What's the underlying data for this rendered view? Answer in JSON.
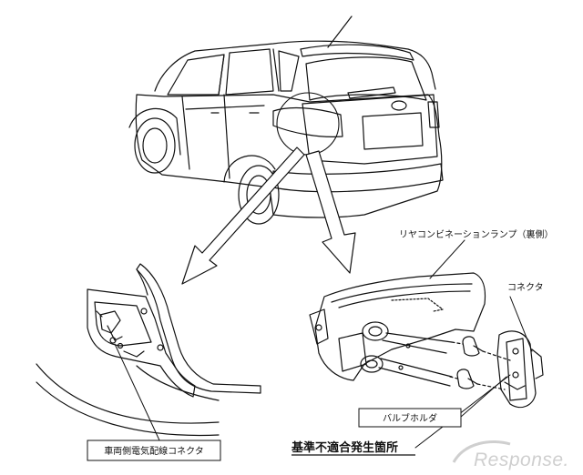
{
  "labels": {
    "lamp_back": "リヤコンビネーションランプ（裏側）",
    "connector": "コネクタ",
    "bulb_holder": "バルブホルダ",
    "body_connector": "車両側電気配線コネクタ",
    "nonconformity": "基準不適合発生箇所"
  },
  "watermark": "Response.",
  "colors": {
    "line": "#111111",
    "watermark": "#cfcfcf"
  }
}
